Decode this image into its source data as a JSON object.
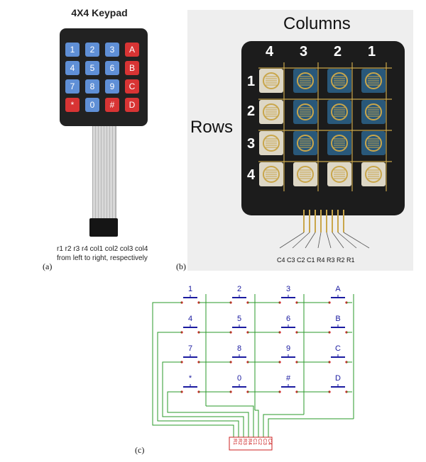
{
  "panel_a": {
    "title": "4X4 Keypad",
    "keys": [
      [
        "1",
        "2",
        "3",
        "A"
      ],
      [
        "4",
        "5",
        "6",
        "B"
      ],
      [
        "7",
        "8",
        "9",
        "C"
      ],
      [
        "*",
        "0",
        "#",
        "D"
      ]
    ],
    "pin_note_line1": "r1  r2  r3  r4  col1  col2  col3  col4",
    "pin_note_line2": "from left to right, respectively",
    "label": "(a)"
  },
  "panel_b": {
    "columns_label": "Columns",
    "rows_label": "Rows",
    "column_numbers": [
      "4",
      "3",
      "2",
      "1"
    ],
    "row_numbers": [
      "1",
      "2",
      "3",
      "4"
    ],
    "pins_line": "C4 C3  C2  C1  R4  R3  R2  R1",
    "label": "(b)",
    "colors": {
      "board": "#1c1c1c",
      "trace": "#c9a64a",
      "pad": "#e8e2d0"
    }
  },
  "panel_c": {
    "keys": [
      [
        "1",
        "2",
        "3",
        "A"
      ],
      [
        "4",
        "5",
        "6",
        "B"
      ],
      [
        "7",
        "8",
        "9",
        "C"
      ],
      [
        "*",
        "0",
        "#",
        "D"
      ]
    ],
    "connector_pins": [
      "R1",
      "R2",
      "R3",
      "R4",
      "C1",
      "C2",
      "C3",
      "C4"
    ],
    "label": "(c)",
    "colors": {
      "wire": "#2a9a2a",
      "node": "#cc2222",
      "switch": "#1a1aa0"
    }
  }
}
